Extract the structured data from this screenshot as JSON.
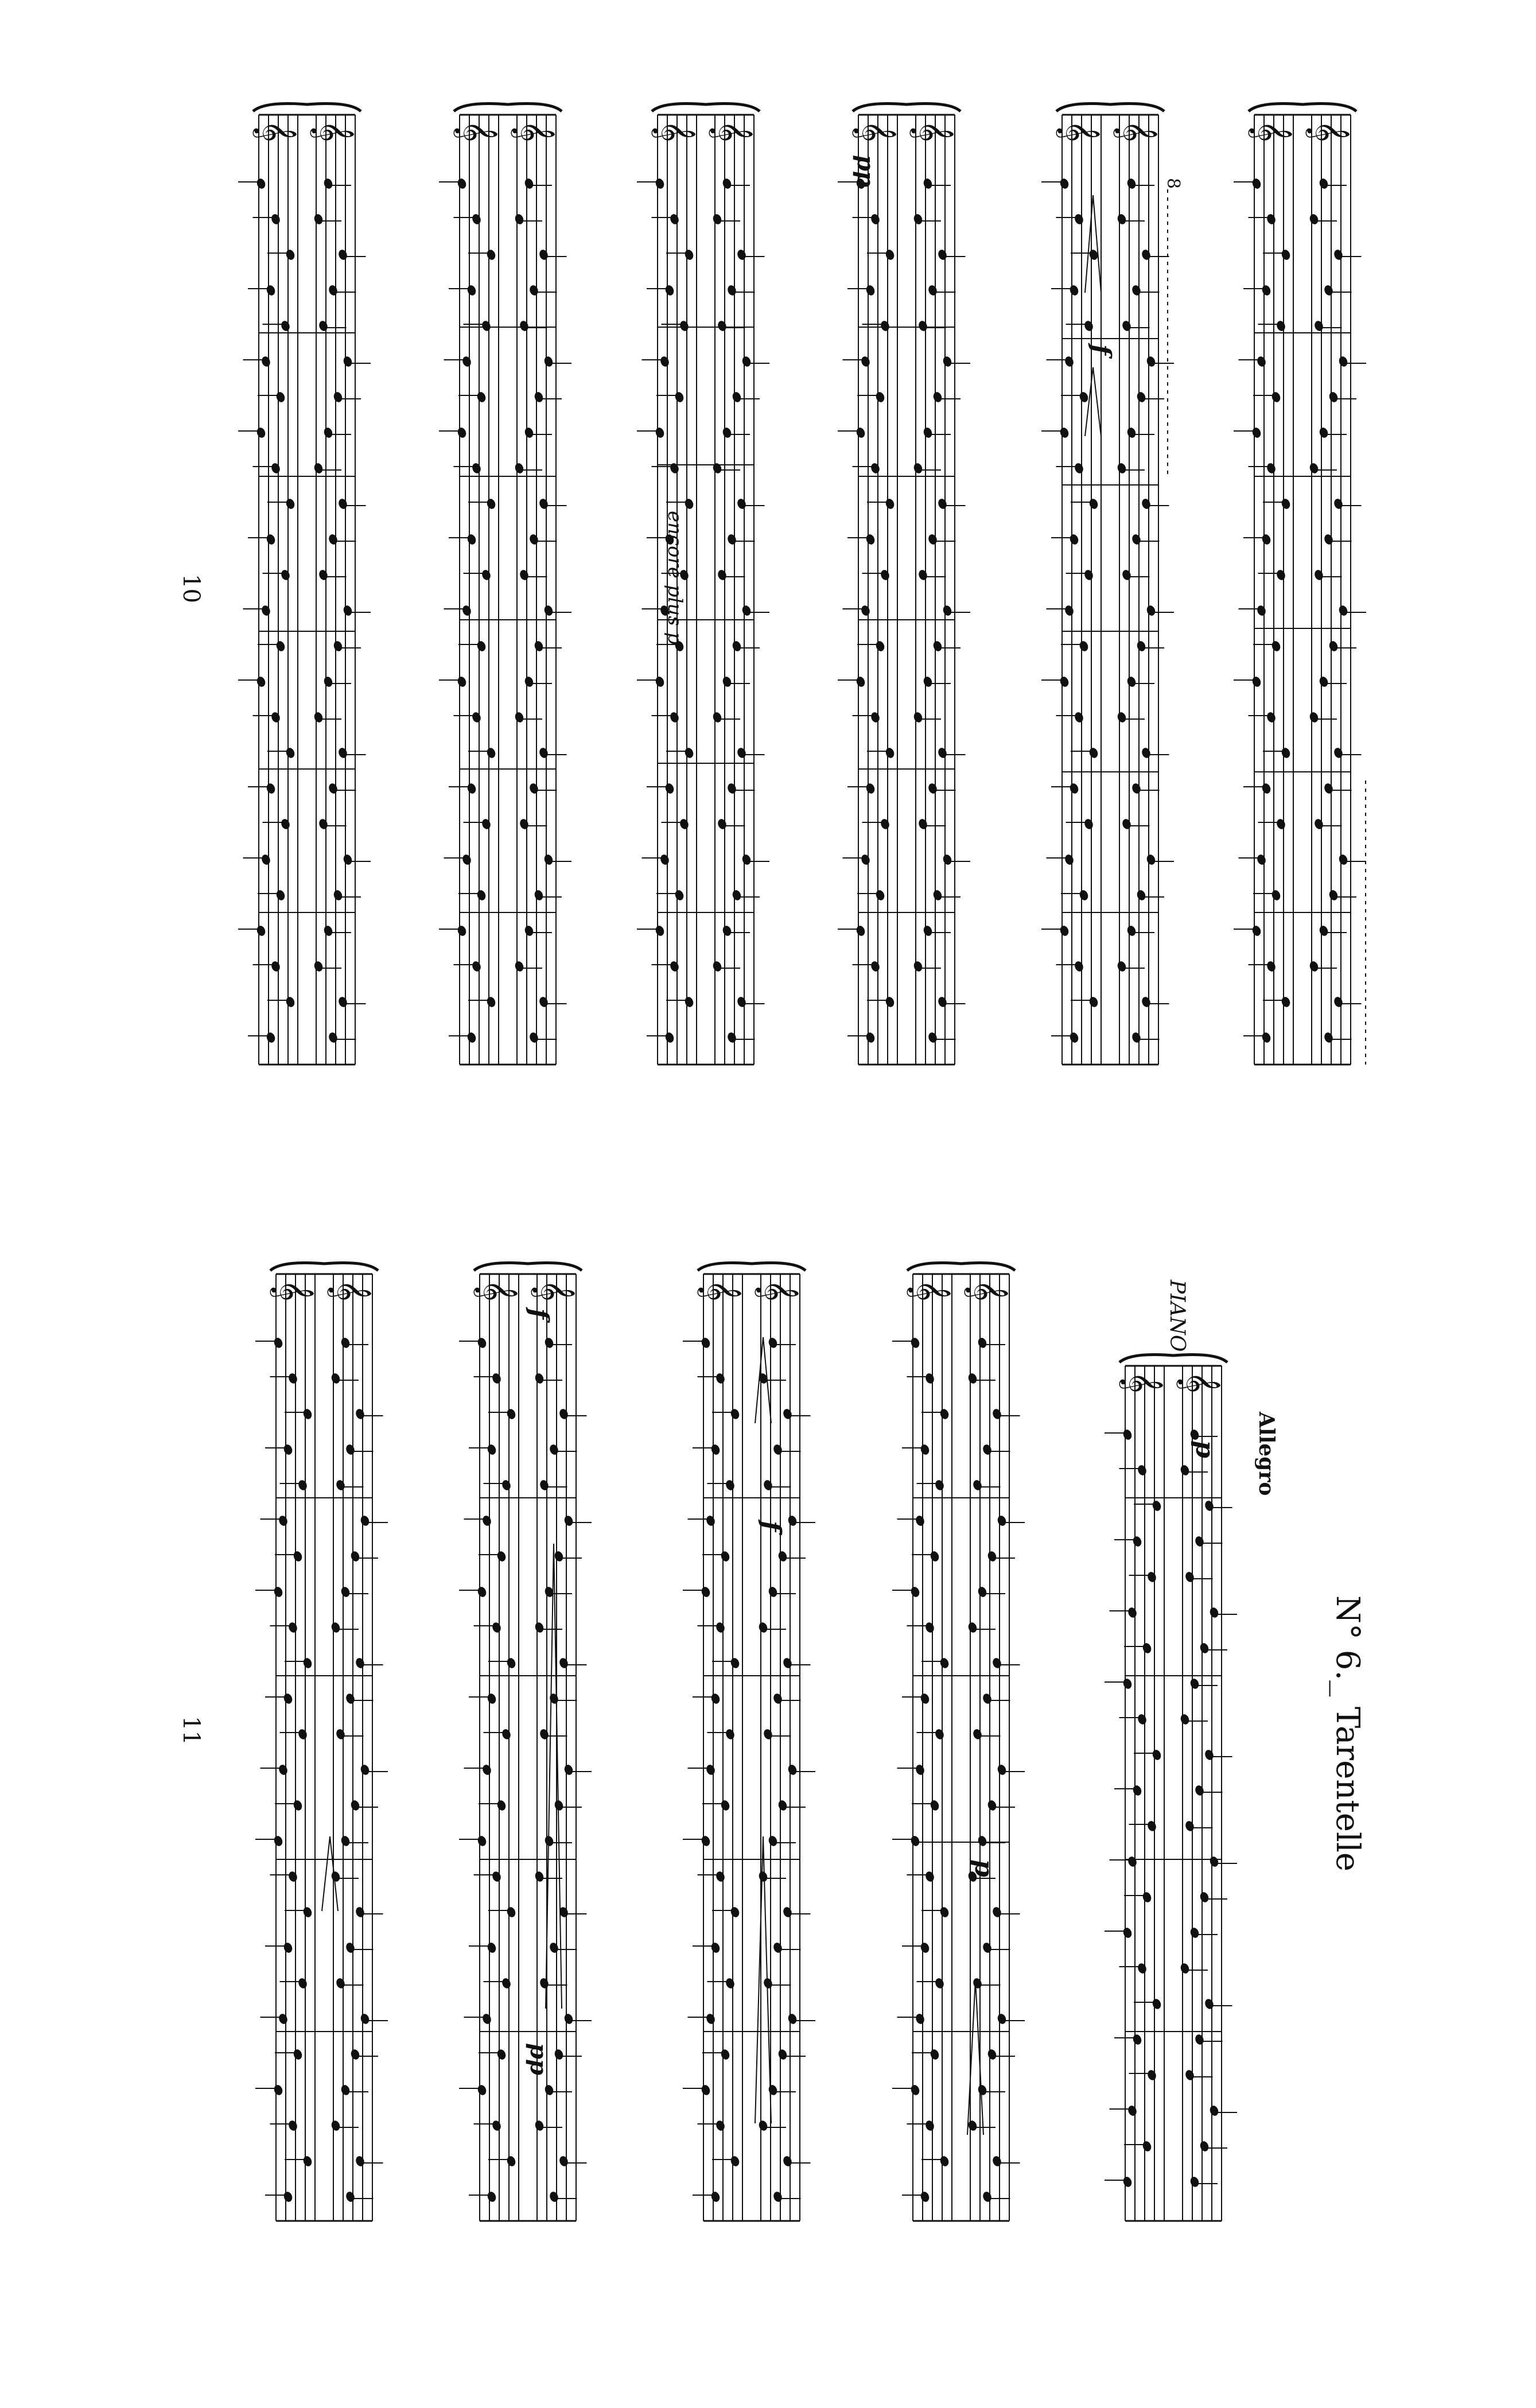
{
  "page_numbers": {
    "top": "10",
    "bottom": "11"
  },
  "piece_title": "N° 6._ Tarentelle",
  "tempo": "Allegro",
  "instrument": "PIANO",
  "expressions": {
    "pp": "pp",
    "encore_plus_p": "encore plus p",
    "octave_mark": "8",
    "f": "f",
    "p": "p"
  },
  "colors": {
    "ink": "#111111",
    "paper": "#ffffff"
  }
}
